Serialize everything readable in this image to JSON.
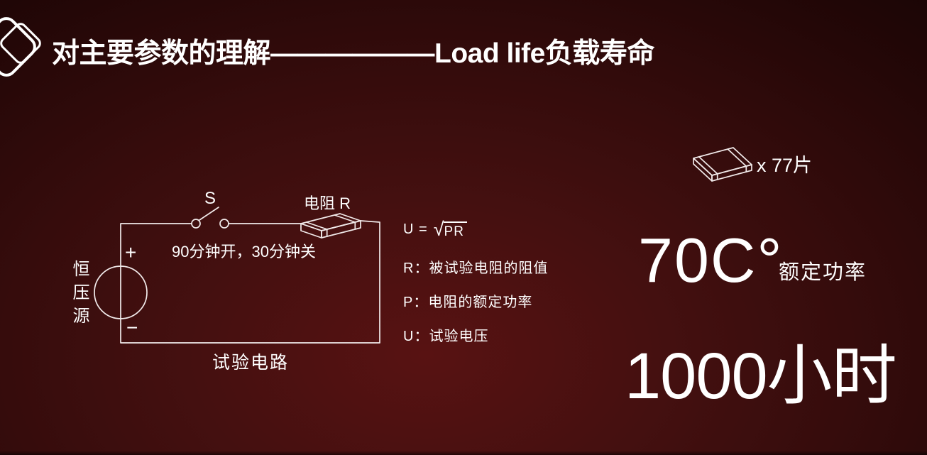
{
  "slide": {
    "title": "对主要参数的理解——————Load life负载寿命"
  },
  "circuit": {
    "switch_label": "S",
    "switch_timing": "90分钟开，30分钟关",
    "resistor_label": "电阻 R",
    "source_plus": "+",
    "source_minus": "−",
    "source_label": "恒压源",
    "caption": "试验电路"
  },
  "formulas": {
    "voltage_lhs": "U =",
    "sqrt_sign": "√",
    "sqrt_radicand": "PR",
    "r_definition": "R：被试验电阻的阻值",
    "p_definition": "P：电阻的额定功率",
    "u_definition": "U：试验电压"
  },
  "summary": {
    "chip_count": "x 77片",
    "temperature": "70C°",
    "temperature_label": "额定功率",
    "duration": "1000小时"
  },
  "colors": {
    "text": "#ffffff",
    "line": "#f1eaea",
    "background_center": "#581212",
    "background_edge": "#0d0202"
  }
}
